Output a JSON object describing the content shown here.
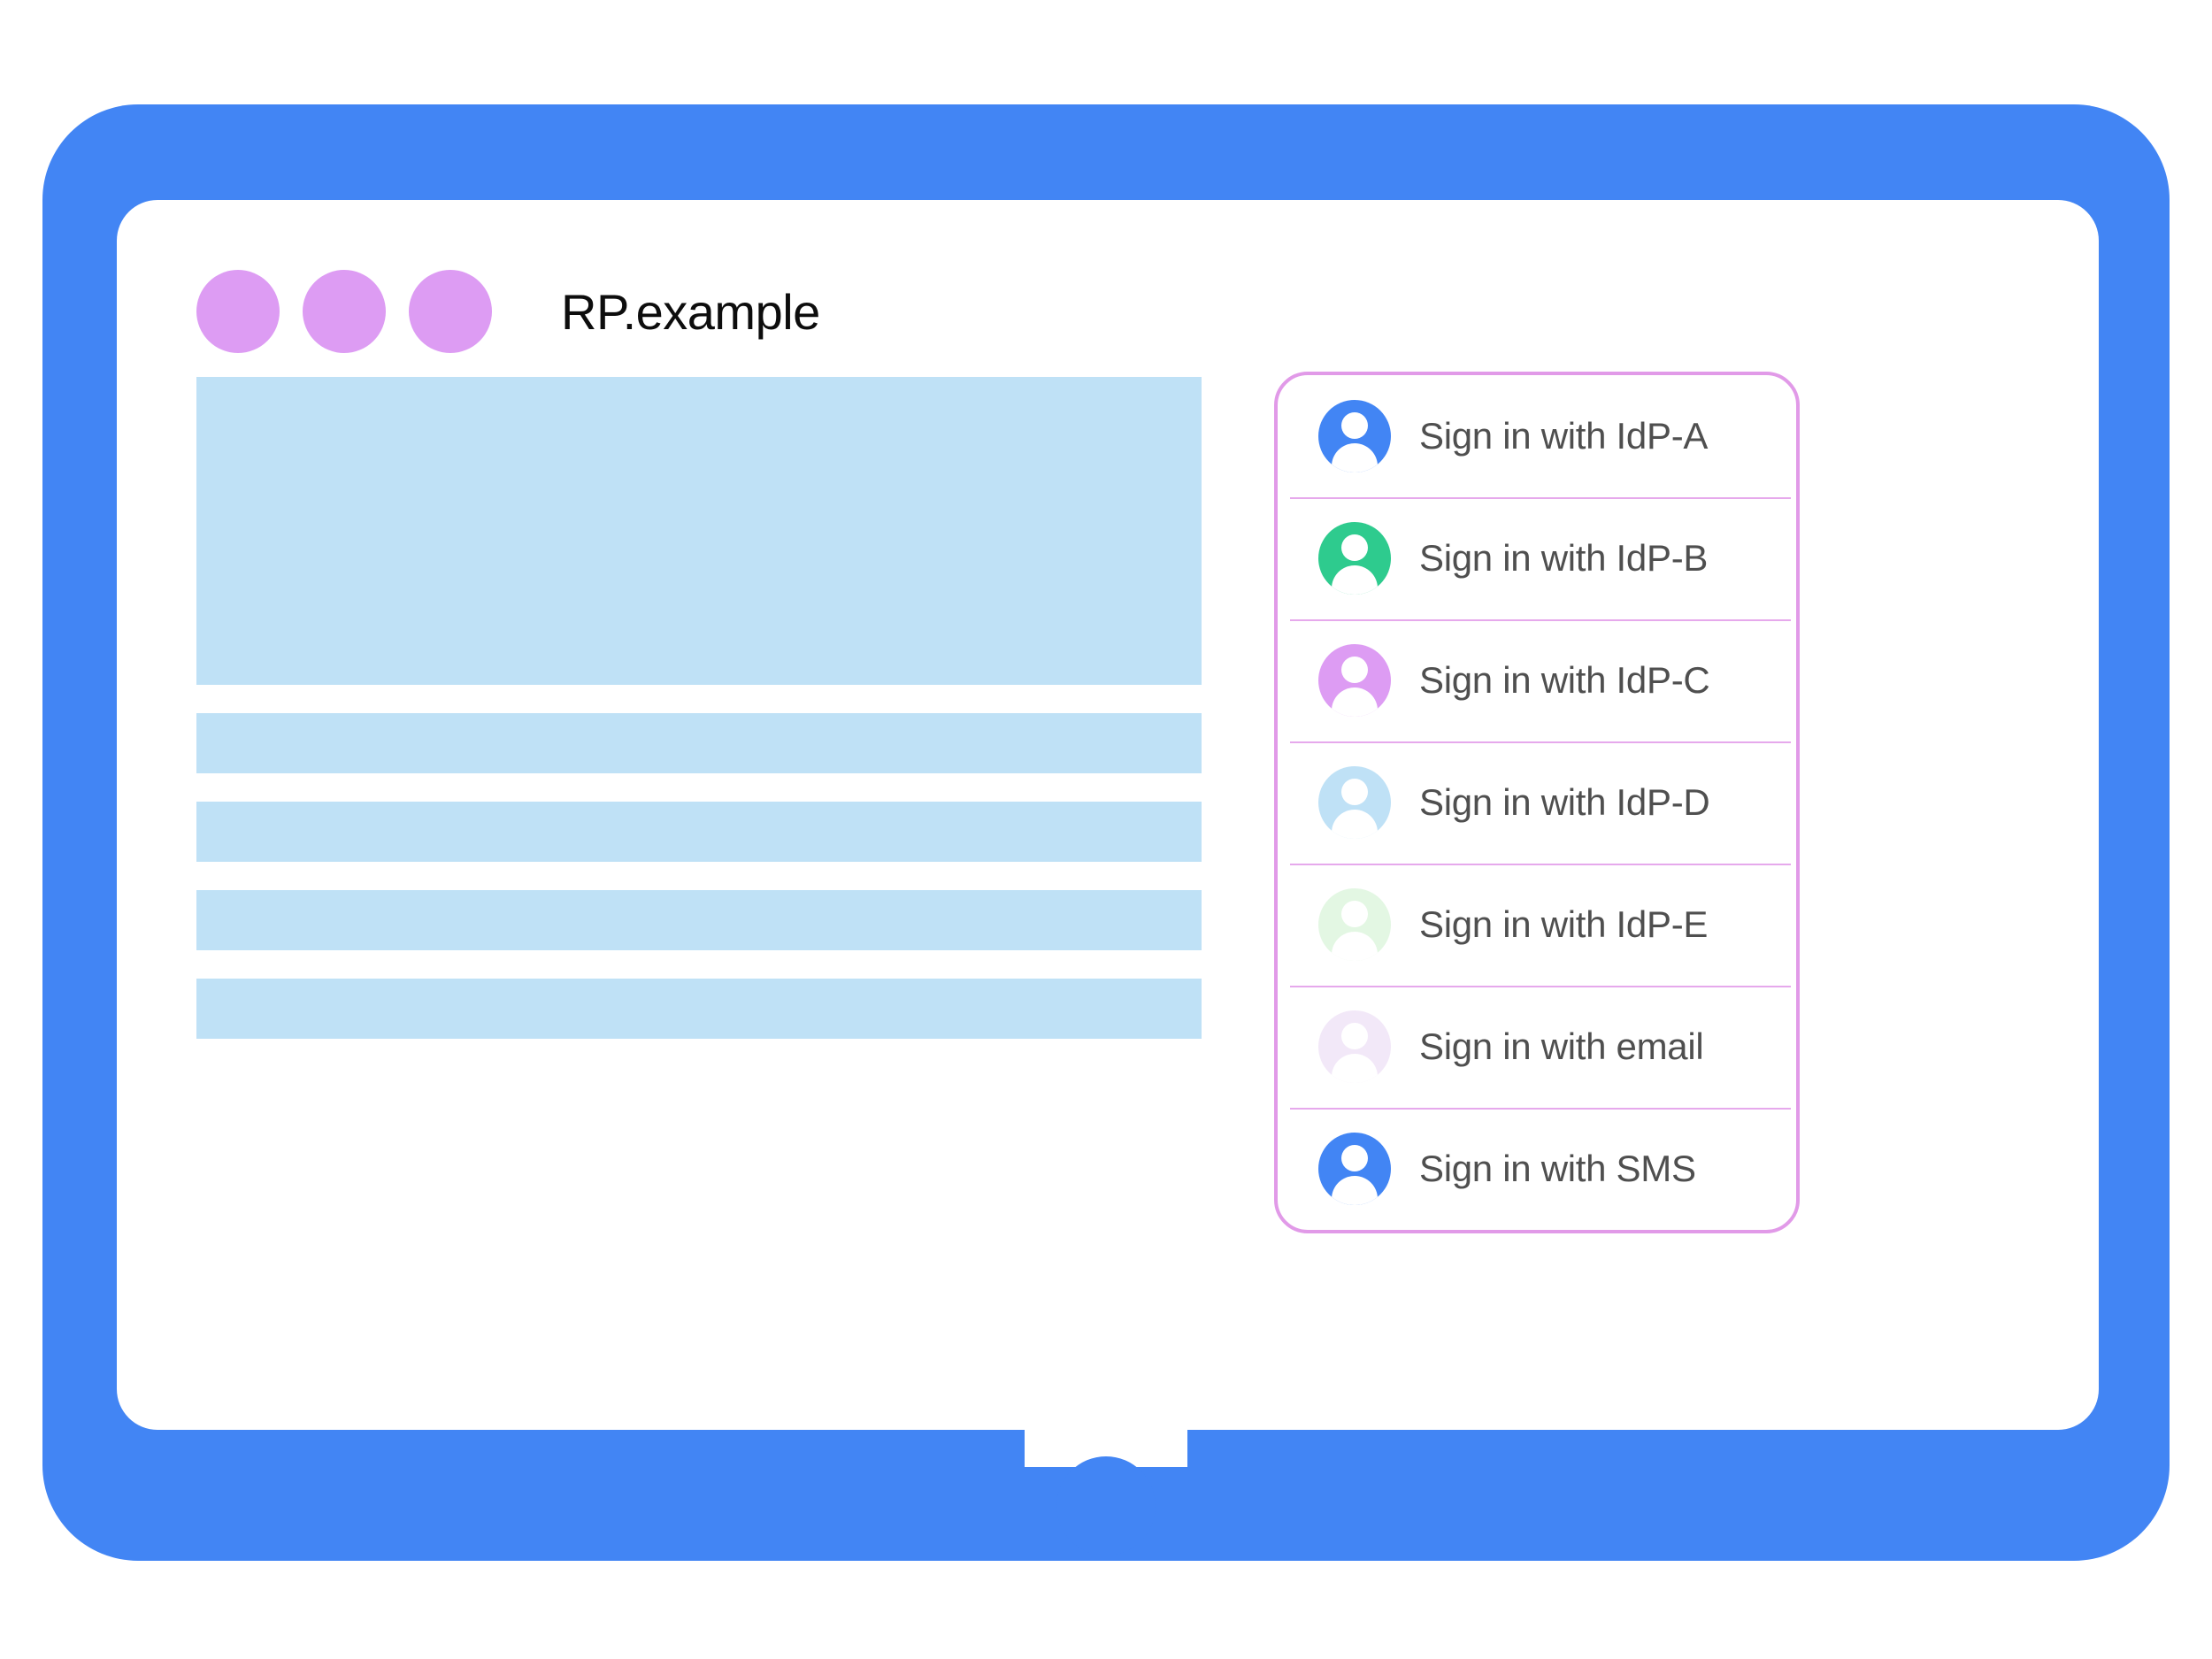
{
  "window": {
    "title": "RP.example",
    "dots": [
      "window-dot-1",
      "window-dot-2",
      "window-dot-3"
    ],
    "dot_color": "#dd9cf3"
  },
  "colors": {
    "device_frame": "#4285f4",
    "placeholder_block": "#bfe1f6",
    "panel_border": "#e19ae8",
    "divider": "#e6a9ec",
    "label_text": "#4f4f4f",
    "title_text": "#0d0d0d"
  },
  "content_placeholders": [
    {
      "name": "hero-block",
      "kind": "hero"
    },
    {
      "name": "text-bar-1",
      "kind": "bar"
    },
    {
      "name": "text-bar-2",
      "kind": "bar"
    },
    {
      "name": "text-bar-3",
      "kind": "bar"
    },
    {
      "name": "text-bar-4",
      "kind": "bar"
    }
  ],
  "signin_panel": {
    "options": [
      {
        "label": "Sign in with IdP-A",
        "icon": "person-avatar-icon",
        "avatar_color": "#4285f4"
      },
      {
        "label": "Sign in with IdP-B",
        "icon": "person-avatar-icon",
        "avatar_color": "#2ecb8e"
      },
      {
        "label": "Sign in with IdP-C",
        "icon": "person-avatar-icon",
        "avatar_color": "#dd9cf3"
      },
      {
        "label": "Sign in with IdP-D",
        "icon": "person-avatar-icon",
        "avatar_color": "#bfe1f6"
      },
      {
        "label": "Sign in with IdP-E",
        "icon": "person-avatar-icon",
        "avatar_color": "#e3f7e3"
      },
      {
        "label": "Sign in with email",
        "icon": "person-avatar-icon",
        "avatar_color": "#f2e8f8"
      },
      {
        "label": "Sign in with SMS",
        "icon": "person-avatar-icon",
        "avatar_color": "#4285f4"
      }
    ]
  },
  "device": {
    "home_button": "home-button"
  }
}
